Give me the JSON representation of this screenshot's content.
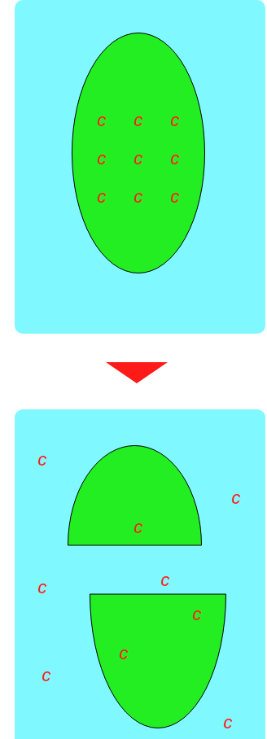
{
  "diagram": {
    "nodes": [
      {
        "text": [
          "c",
          "c",
          "c",
          "c",
          "c",
          "c",
          "c",
          "c",
          "c"
        ]
      },
      {
        "text": [
          "c",
          "c",
          "c",
          "c",
          "c",
          "c"
        ]
      },
      {
        "text": [
          "c"
        ],
        "in": 1
      },
      {
        "text": [
          "c",
          "c"
        ],
        "in": 1
      }
    ]
  }
}
